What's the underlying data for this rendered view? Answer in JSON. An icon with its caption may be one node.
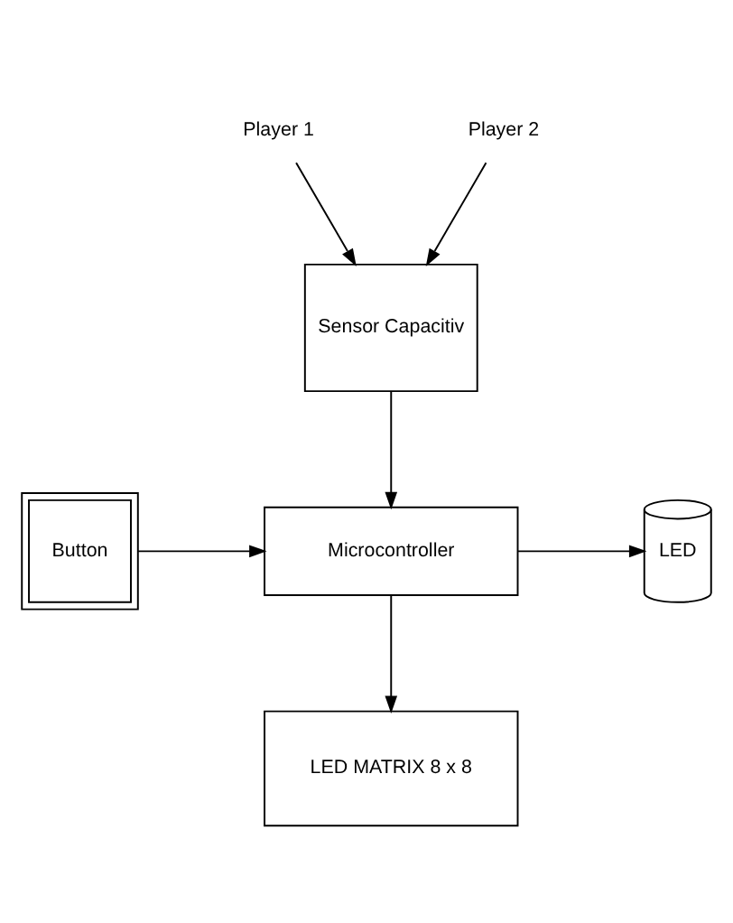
{
  "diagram": {
    "nodes": [
      {
        "text": [
          "Player 1"
        ]
      },
      {
        "text": [
          "Player 2"
        ]
      },
      {
        "text": [
          "Sensor Capacitiv"
        ]
      },
      {
        "text": [
          "Microcontroller"
        ]
      },
      {
        "text": [
          "LED"
        ]
      },
      {
        "text": [
          "Button"
        ]
      },
      {
        "text": [
          "LED MATRIX 8 x 8"
        ]
      }
    ],
    "edges": [
      {
        "from": 0,
        "to": 2,
        "arrow": "to"
      },
      {
        "from": 1,
        "to": 2,
        "arrow": "to"
      },
      {
        "from": 2,
        "to": 3,
        "arrow": "to"
      },
      {
        "from": 3,
        "to": 4,
        "arrow": "to"
      },
      {
        "from": 5,
        "to": 3,
        "arrow": "to"
      },
      {
        "from": 3,
        "to": 6,
        "arrow": "to"
      }
    ]
  }
}
